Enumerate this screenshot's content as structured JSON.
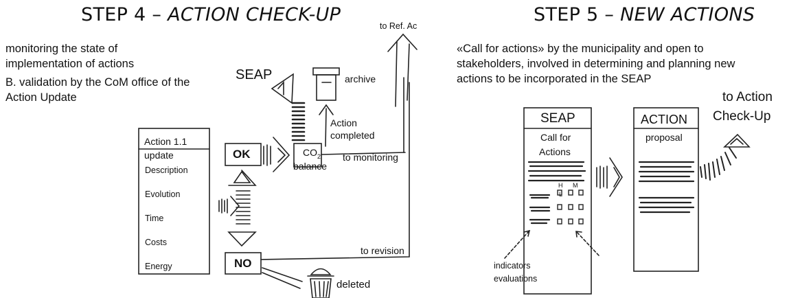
{
  "step4": {
    "title_prefix": "STEP 4 – ",
    "title_italic": "ACTION CHECK-UP",
    "desc_line1": "monitoring the state of",
    "desc_line2": "implementation of actions",
    "desc_line3": "B. validation by the CoM office of the",
    "seap_label": "SEAP",
    "desc_line4": "Action Update",
    "archive_label": "archive",
    "to_ref_label": "to Ref. Ac",
    "action_box": {
      "title": "Action 1.1",
      "subtitle": "update",
      "items": [
        "Description",
        "Evolution",
        "Time",
        "Costs",
        "Energy"
      ]
    },
    "ok_label": "OK",
    "no_label": "NO",
    "co2_label": "CO",
    "co2_sub": "2",
    "balance_label": "balance",
    "action_completed_1": "Action",
    "action_completed_2": "completed",
    "to_monitoring_label": "to monitoring",
    "to_revision_label": "to revision",
    "deleted_label": "deleted"
  },
  "step5": {
    "title_prefix": "STEP 5 – ",
    "title_italic": "NEW ACTIONS",
    "desc_line1": "«Call for actions» by the municipality and open to",
    "desc_line2": "stakeholders, involved in determining and planning new",
    "desc_line3": "actions to be incorporated in the SEAP",
    "seap_box_title": "SEAP",
    "call_line1": "Call for",
    "call_line2": "Actions",
    "h_label": "H",
    "m_label": "M",
    "l_label": "L",
    "action_box_title": "ACTION",
    "proposal_label": "proposal",
    "to_action_1": "to Action",
    "to_action_2": "Check-Up",
    "indicators_label": "indicators",
    "evaluations_label": "evaluations"
  }
}
